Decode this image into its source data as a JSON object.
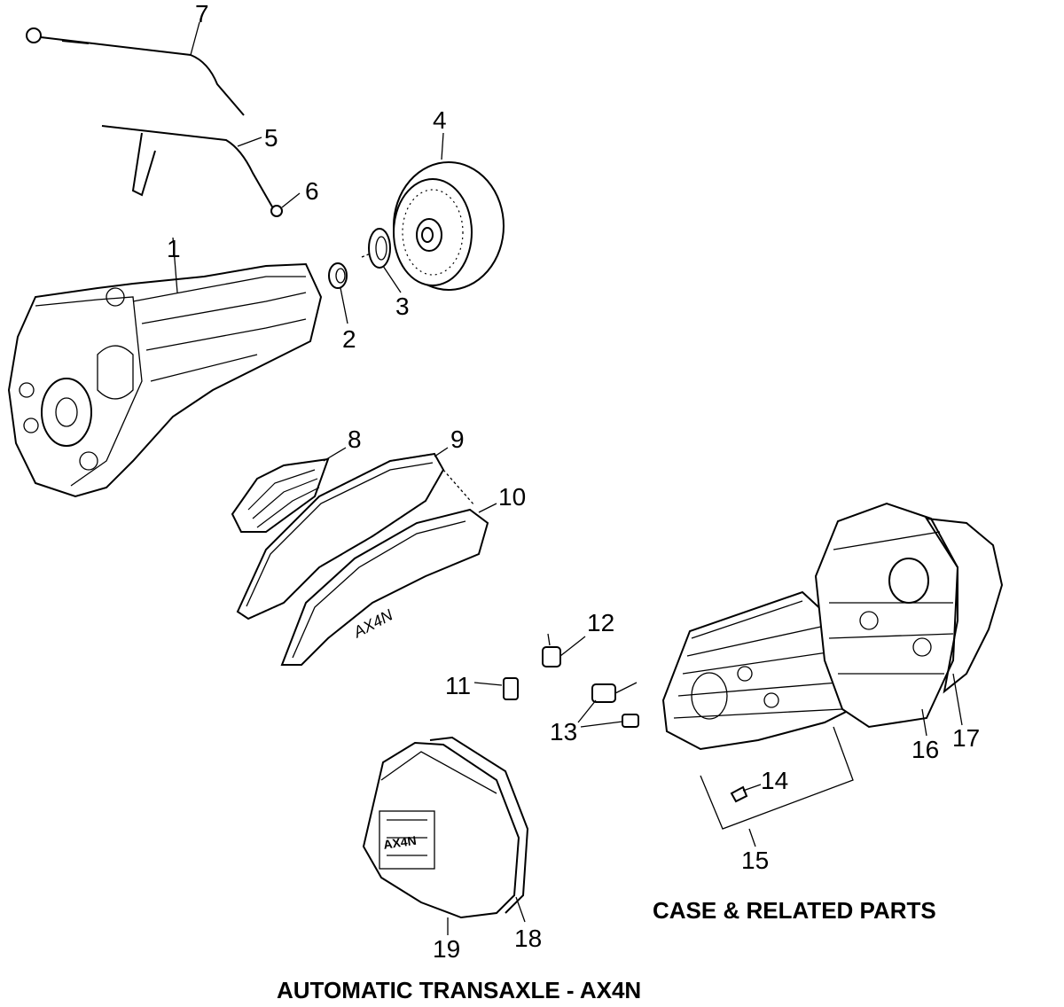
{
  "callouts": [
    "1",
    "2",
    "3",
    "4",
    "5",
    "6",
    "7",
    "8",
    "9",
    "10",
    "11",
    "12",
    "13",
    "14",
    "15",
    "16",
    "17",
    "18",
    "19"
  ],
  "section_caption": "CASE & RELATED PARTS",
  "diagram_title": "AUTOMATIC TRANSAXLE - AX4N",
  "pan_marking": "AX4N",
  "valve_body_marking": "AX4N"
}
